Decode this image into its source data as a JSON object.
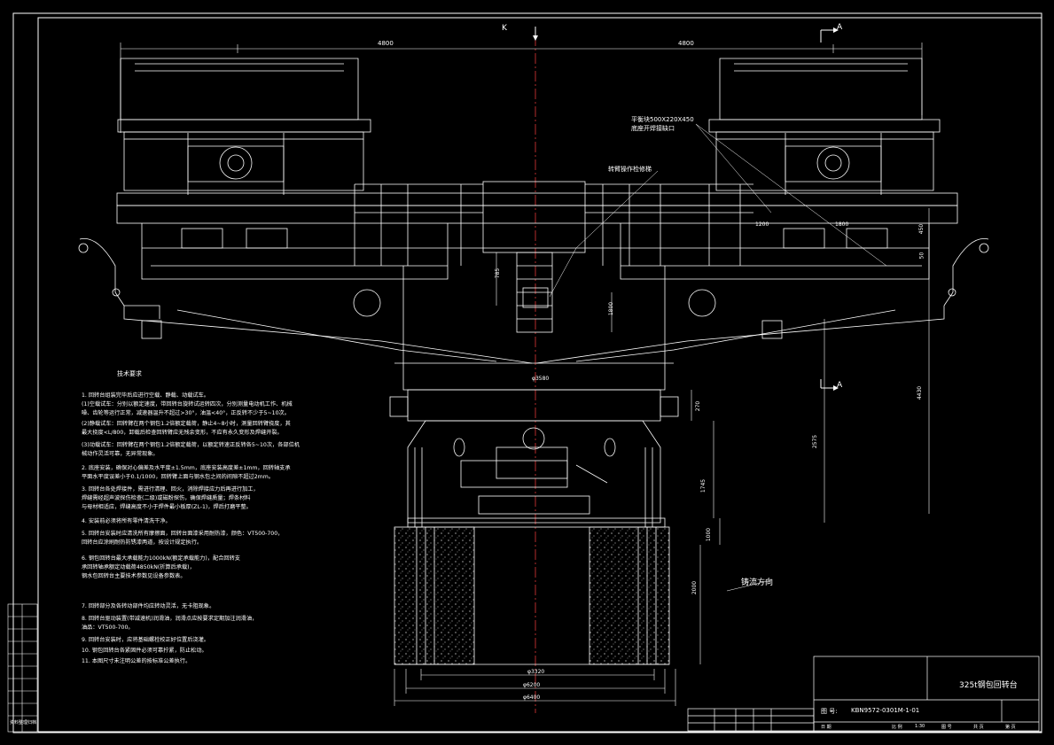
{
  "drawing": {
    "colors": {
      "background": "#000000",
      "line": "#ffffff",
      "centerline": "#ff3333",
      "dimension": "#ffffff"
    },
    "section_labels": {
      "top_center": "K",
      "section_mark": "A"
    },
    "dimensions": {
      "top_left": "4800",
      "top_right": "4800",
      "d3580": "φ3580",
      "d270": "270",
      "d2575": "2575",
      "d4430": "4430",
      "d1745": "1745",
      "d1000": "1000",
      "d2000": "2000",
      "d3320": "φ3320",
      "d6200": "φ6200",
      "d6400": "φ6400",
      "d785": "785",
      "d1800": "1800",
      "d1200": "1200",
      "d50": "50",
      "d450": "450"
    },
    "callouts": {
      "counterweight": "平衡块500X220X450",
      "counterweight_note": "底座开焊接缺口",
      "ladder": "转臂操作检修梯",
      "casting_direction": "铸流方向"
    }
  },
  "notes": {
    "title": "技术要求",
    "lines": [
      "1.  回转台组装完毕后应进行空载、静载、动载试车。",
      "  (1)空载试车：分别以额定速度，带回转台旋转试运转四次，分别测量电动机工作、机械",
      "      噪、齿轮等运行正常，减速器温升不超过>30°，油温<40°，正反转不少于5~10次。",
      "  (2)静载试车：回转臂在两个钢包1.2倍额定载荷，静止4~8小时，测量回转臂挠度，其",
      "      最大挠度<L/800，卸载后检查回转臂应无残余变形，不应有永久变形及焊缝开裂。",
      "  (3)动载试车：回转臂在两个钢包1.2倍额定载荷，以额定转速正反转各5~10次，各部位机",
      "      械动作灵活可靠，无异常现象。",
      "2.  底座安装，确保对心偏差及水平度±1.5mm，底座安装高度差±1mm，回转轴支承",
      "    平面水平度误差小于0.1/1000，回转臂上面与钢水包之间的间隙不超过2mm。",
      "3.  回转台各处焊接件，需进行清理、回火，消除焊接应力后再进行加工，",
      "    焊缝需经超声波探伤检查(二级)或磁粉探伤，确保焊缝质量；焊条材料",
      "    与母材相适应，焊缝高度不小于焊件最小板厚(ZL-1)，焊后打磨平整。",
      "4.  安装前必须将所有零件清洗干净。",
      "5.  回转台安装时应清洗所有摩擦面，回转台面漆采用耐热漆，颜色：VT500-700，",
      "    回转台应涂刷耐热防锈漆两道，按设计规定执行。",
      "6.  钢包回转台最大承载能力1000kN(额定承载能力)，配合回转支",
      "    承回转轴承额定动载荷4850kN(折算后承载)，",
      "    钢水包回转台主要技术参数见设备参数表。",
      "7.  回转部分及各转动部件均应转动灵活，无卡阻现象。",
      "8.  回转台驱动装置(带减速机)润滑油，润滑点应按要求定期加注润滑油，",
      "    油品：VT500-700。",
      "9.  回转台安装时，应将基础螺栓校正好位置后浇灌。",
      "10. 钢包回转台各紧固件必须可靠拧紧，防止松动。",
      "11. 本图尺寸未注明公差的按标准公差执行。"
    ]
  },
  "title_block": {
    "drawing_title": "325t钢包回转台",
    "drawing_number_label": "图  号:",
    "drawing_number": "KBN9572-0301M-1-01",
    "small_labels": [
      "日  期",
      "比  例",
      "1:30",
      "图  号",
      "共  页",
      "第  页"
    ]
  },
  "side_stamp": {
    "text": "资料整理归档"
  }
}
